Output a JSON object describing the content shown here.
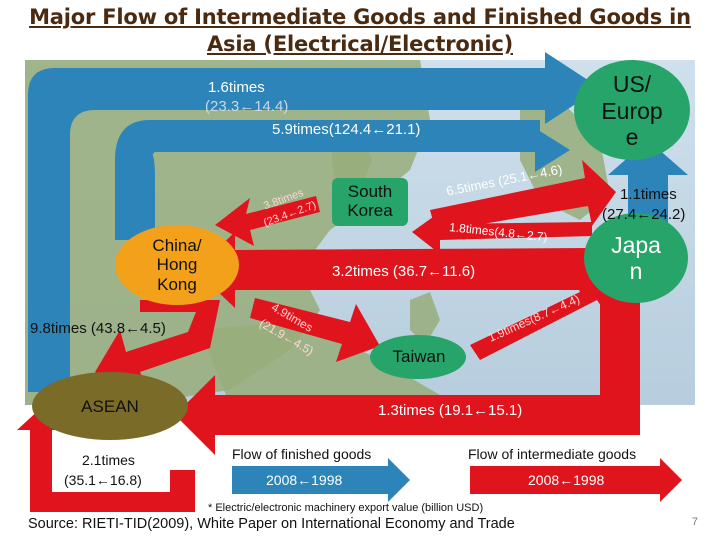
{
  "title_line1": "Major Flow of Intermediate Goods and Finished Goods in",
  "title_line2": "Asia (Electrical/Electronic)",
  "nodes": {
    "us_europe": "US/\nEurop\ne",
    "japan": "Japa\nn",
    "china_hk": "China/\nHong\nKong",
    "south_korea": "South\nKorea",
    "taiwan": "Taiwan",
    "asean": "ASEAN"
  },
  "flows": {
    "top_1": "1.6times",
    "top_1_sub": "(23.3←14.4)",
    "top_2": "5.9times(124.4←21.1)",
    "korea_japan": "6.5times (25.1←4.6)",
    "japan_usa": "1.1times",
    "japan_usa_sub": "(27.4←24.2)",
    "korea_china": "3.8times",
    "korea_china_sub": "(23.4←2.7)",
    "japan_korea": "1.8times(4.8←2.7)",
    "japan_china": "3.2times (36.7←11.6)",
    "china_asean": "9.8times (43.8←4.5)",
    "china_taiwan": "4.9times",
    "china_taiwan_sub": "(21.9←4.5)",
    "taiwan_japan": "1.9times(8.7←4.4)",
    "japan_asean": "1.3times (19.1←15.1)",
    "asean_self": "2.1times",
    "asean_self_sub": "(35.1←16.8)"
  },
  "legend": {
    "finished": "Flow of finished goods",
    "finished_years": "2008←1998",
    "intermediate": "Flow of intermediate goods",
    "intermediate_years": "2008←1998"
  },
  "footnote": "* Electric/electronic machinery export value (billion USD)",
  "source": "Source: RIETI-TID(2009), White Paper on International Economy and Trade",
  "page_number": "7",
  "colors": {
    "finished_flow": "#2c84b8",
    "intermediate_flow": "#e0141c",
    "node_green": "#27a469",
    "node_orange": "#f3a01a",
    "asean_brown": "#7a6b28",
    "title": "#4a2a10"
  }
}
